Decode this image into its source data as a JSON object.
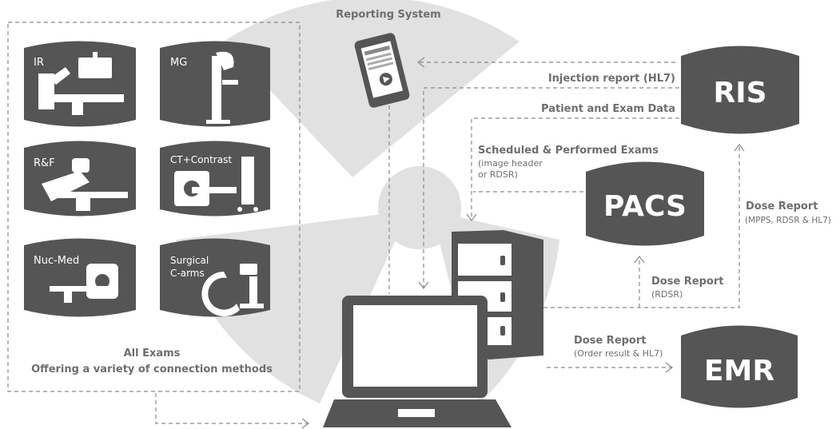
{
  "reporting_system": {
    "title": "Reporting System"
  },
  "exams": {
    "tiles": [
      {
        "label": "IR"
      },
      {
        "label": "MG"
      },
      {
        "label": "R&F"
      },
      {
        "label": "CT+Contrast"
      },
      {
        "label": "Nuc-Med"
      },
      {
        "label": "Surgical",
        "label2": "C-arms"
      }
    ],
    "caption_line1": "All Exams",
    "caption_line2": "Offering a variety of connection methods"
  },
  "systems": {
    "ris": "RIS",
    "pacs": "PACS",
    "emr": "EMR"
  },
  "flows": {
    "injection_report": "Injection report (HL7)",
    "patient_exam_data": "Patient and Exam Data",
    "scheduled_title": "Scheduled & Performed Exams",
    "scheduled_sub1": "(image header",
    "scheduled_sub2": "or RDSR)",
    "dose_ris_title": "Dose Report",
    "dose_ris_sub": "(MPPS, RDSR & HL7)",
    "dose_pacs_title": "Dose Report",
    "dose_pacs_sub": "(RDSR)",
    "dose_emr_title": "Dose Report",
    "dose_emr_sub": "(Order result & HL7)"
  },
  "colors": {
    "dark_fill": "#555555",
    "radiation_bg": "#e1e1e1",
    "text": "#6e6e6e",
    "dashed_line": "#8a8a8a"
  }
}
